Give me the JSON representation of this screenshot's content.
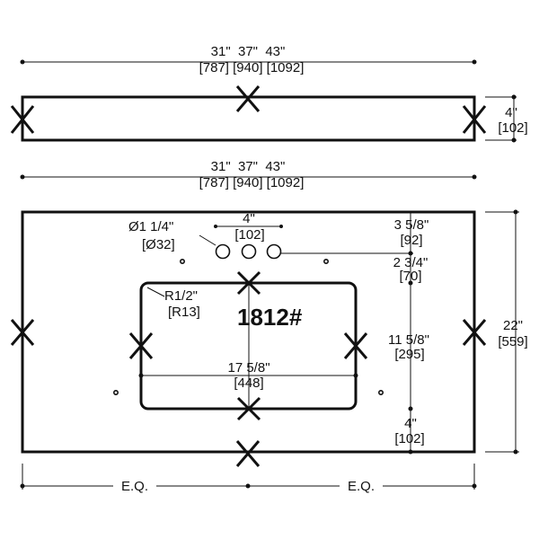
{
  "top_view": {
    "width_label": "31\"  37\"  43\"",
    "width_label_mm": "[787] [940] [1092]",
    "height_label": "4\"",
    "height_label_mm": "[102]"
  },
  "main_view": {
    "width_label": "31\"  37\"  43\"",
    "width_label_mm": "[787] [940] [1092]",
    "hole_label": "Ø1 1/4\"",
    "hole_label_mm": "[Ø32]",
    "spacing_label": "4\"",
    "spacing_label_mm": "[102]",
    "dim_a": "3 5/8\"",
    "dim_a_mm": "[92]",
    "dim_b": "2 3/4\"",
    "dim_b_mm": "[70]",
    "radius": "R1/2\"",
    "radius_mm": "[R13]",
    "model": "1812#",
    "bowl_height": "11 5/8\"",
    "bowl_height_mm": "[295]",
    "bowl_width": "17 5/8\"",
    "bowl_width_mm": "[448]",
    "bottom_dim": "4\"",
    "bottom_dim_mm": "[102]",
    "depth": "22\"",
    "depth_mm": "[559]",
    "eq_left": "E.Q.",
    "eq_right": "E.Q."
  }
}
